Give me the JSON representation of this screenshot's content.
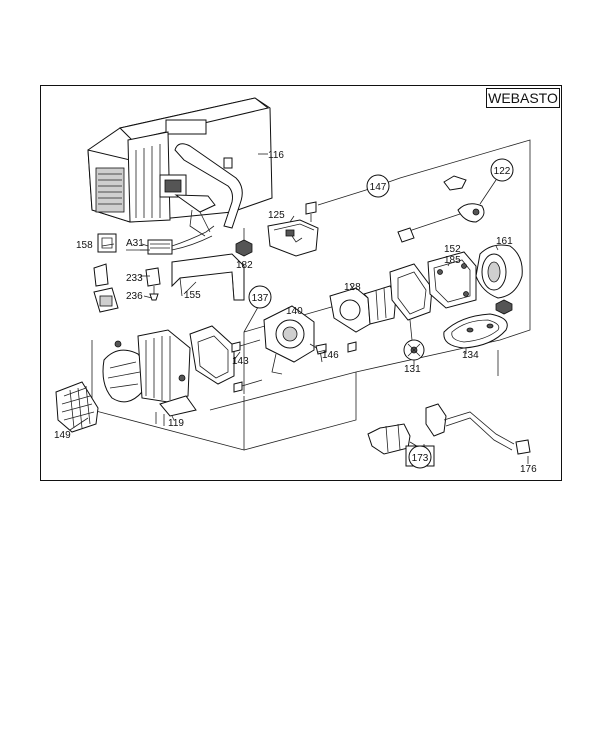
{
  "brand": "WEBASTO",
  "labels": {
    "l116": "116",
    "l147": "147",
    "l122": "122",
    "l125": "125",
    "l158": "158",
    "lA31": "A31",
    "l182": "182",
    "l233": "233",
    "l236": "236",
    "l155": "155",
    "l137": "137",
    "l140": "140",
    "l128": "128",
    "l152": "152",
    "l185": "185",
    "l161": "161",
    "l143": "143",
    "l146": "146",
    "l131": "131",
    "l134": "134",
    "l149": "149",
    "l119": "119",
    "l173": "173",
    "l176": "176"
  }
}
